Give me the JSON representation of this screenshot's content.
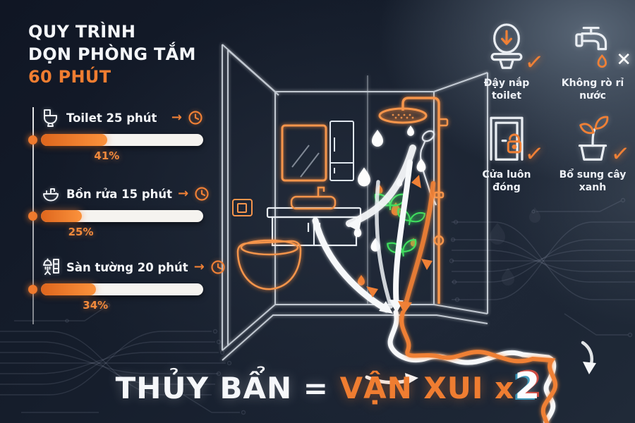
{
  "title": {
    "line1": "QUY TRÌNH",
    "line2": "DỌN PHÒNG TẮM",
    "highlight": "60 PHÚT"
  },
  "tasks": [
    {
      "label": "Toilet 25 phút",
      "minutes": 25,
      "percent": "41%",
      "percent_value": 41,
      "arrow": "→",
      "icon": "toilet-icon"
    },
    {
      "label": "Bồn rửa 15 phút",
      "minutes": 15,
      "percent": "25%",
      "percent_value": 25,
      "arrow": "→",
      "icon": "sink-icon"
    },
    {
      "label": "Sàn tường 20 phút",
      "minutes": 20,
      "percent": "34%",
      "percent_value": 34,
      "arrow": "→",
      "icon": "floor-wall-icon"
    }
  ],
  "tips": [
    {
      "label": "Đậy nắp toilet",
      "icon": "toilet-lid-icon",
      "mark": "✓"
    },
    {
      "label": "Không rò rỉ nước",
      "icon": "faucet-drip-icon",
      "mark": "✕"
    },
    {
      "label": "Cửa luôn đóng",
      "icon": "door-lock-icon",
      "mark": "✓"
    },
    {
      "label": "Bổ sung cây xanh",
      "icon": "plant-pot-icon",
      "mark": "✓"
    }
  ],
  "headline": {
    "left": "THỦY BẨN",
    "equals": "=",
    "right": "VẬN XUI",
    "mult_x": "x",
    "mult_2": "2"
  },
  "colors": {
    "accent": "#EF7D31",
    "accent_bright": "#FB923C",
    "background": "#151D2B",
    "panel_light": "#3D4857",
    "neon_green": "#3FE05F",
    "white": "#F5F7FA"
  }
}
